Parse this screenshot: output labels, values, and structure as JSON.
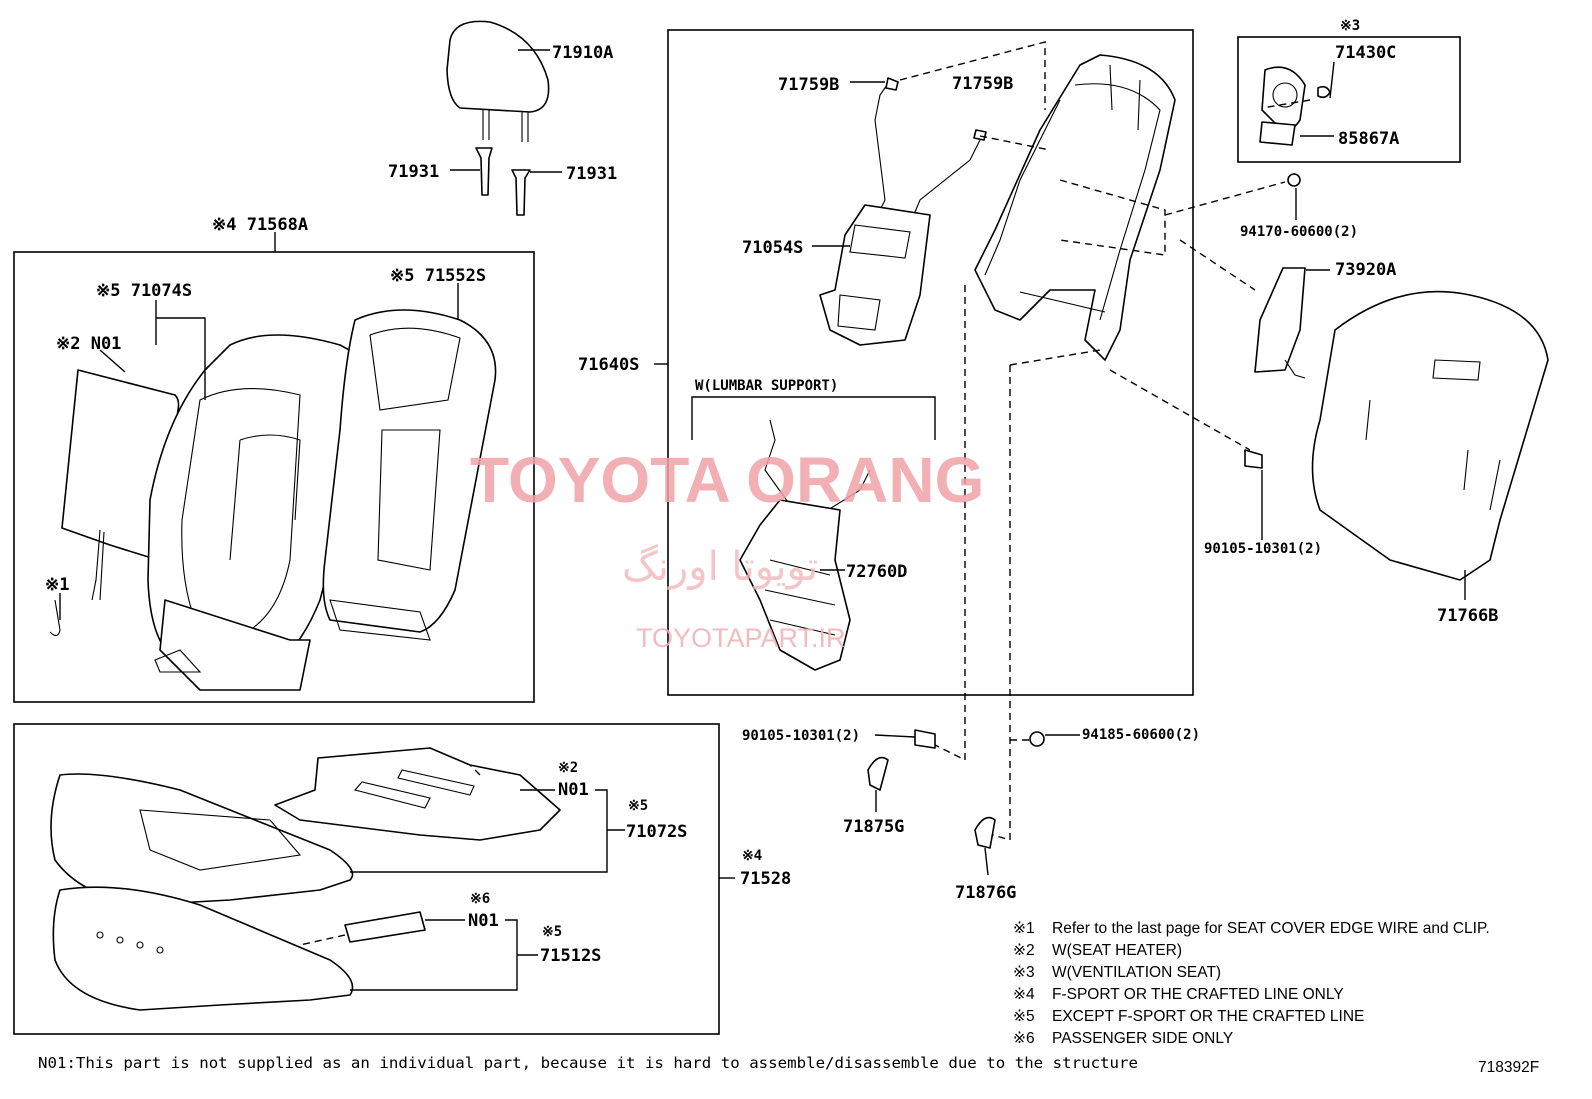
{
  "part_labels": {
    "p71910A": "71910A",
    "p71931_left": "71931",
    "p71931_right": "71931",
    "p71568A": "※4 71568A",
    "p71074S": "※5 71074S",
    "p71552S": "※5 71552S",
    "pN01_back": "※2 N01",
    "mark_note1": "※1",
    "p71759B_left": "71759B",
    "p71759B_right": "71759B",
    "p71054S": "71054S",
    "p71640S": "71640S",
    "lumbar_group": "W(LUMBAR SUPPORT)",
    "p72760D": "72760D",
    "mark_note3": "※3",
    "p71430C": "71430C",
    "p85867A": "85867A",
    "p94170": "94170-60600(2)",
    "p73920A": "73920A",
    "p90105_right": "90105-10301(2)",
    "p71766B": "71766B",
    "p90105_bottom": "90105-10301(2)",
    "p94185": "94185-60600(2)",
    "p71875G": "71875G",
    "p71876G": "71876G",
    "mark_cushion_n01": "※2",
    "pN01_cushion": "N01",
    "mark_71072S": "※5",
    "p71072S": "71072S",
    "mark_71528": "※4",
    "p71528": "71528",
    "mark_n01_pass": "※6",
    "pN01_pass": "N01",
    "mark_71512S": "※5",
    "p71512S": "71512S"
  },
  "notes": [
    {
      "mark": "※1",
      "text": "Refer to the last page for SEAT COVER EDGE WIRE and CLIP."
    },
    {
      "mark": "※2",
      "text": "W(SEAT HEATER)"
    },
    {
      "mark": "※3",
      "text": "W(VENTILATION SEAT)"
    },
    {
      "mark": "※4",
      "text": "F-SPORT OR THE CRAFTED LINE ONLY"
    },
    {
      "mark": "※5",
      "text": "EXCEPT F-SPORT OR THE CRAFTED LINE"
    },
    {
      "mark": "※6",
      "text": "PASSENGER SIDE ONLY"
    }
  ],
  "footer": {
    "n01_note": "N01:This part is not supplied as an individual part, because it is hard to assemble/disassemble due to the structure",
    "diagram_code": "718392F"
  },
  "watermark": {
    "brand": "TOYOTA ORANG",
    "brand_fa": "تویوتا اورنگ",
    "url": "TOYOTAPART.IR"
  }
}
